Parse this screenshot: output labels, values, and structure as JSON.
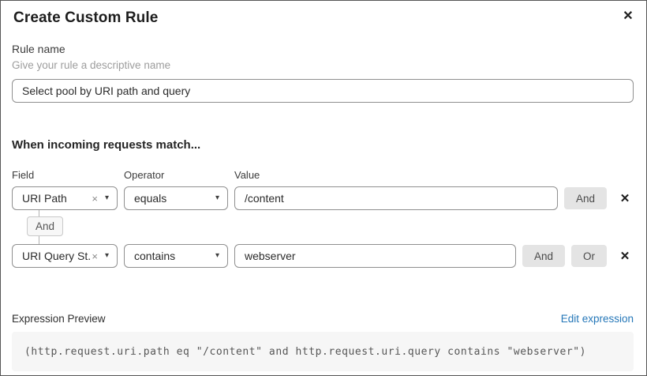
{
  "dialog": {
    "title": "Create Custom Rule"
  },
  "icons": {
    "close": "✕",
    "clear": "×",
    "chevron_down": "▾",
    "delete": "✕"
  },
  "rule_name": {
    "label": "Rule name",
    "helper": "Give your rule a descriptive name",
    "value": "Select pool by URI path and query"
  },
  "match": {
    "heading": "When incoming requests match...",
    "columns": {
      "field": "Field",
      "operator": "Operator",
      "value": "Value"
    },
    "rows": [
      {
        "field": "URI Path",
        "operator": "equals",
        "value": "/content",
        "and_label": "And"
      },
      {
        "field": "URI Query St...",
        "operator": "contains",
        "value": "webserver",
        "and_label": "And",
        "or_label": "Or"
      }
    ],
    "connector_label": "And"
  },
  "expression": {
    "label": "Expression Preview",
    "edit_link": "Edit expression",
    "code": "(http.request.uri.path eq \"/content\" and http.request.uri.query contains \"webserver\")"
  },
  "colors": {
    "link_blue": "#2577b8",
    "button_gray": "#e4e4e4",
    "code_background": "#f6f6f6"
  }
}
